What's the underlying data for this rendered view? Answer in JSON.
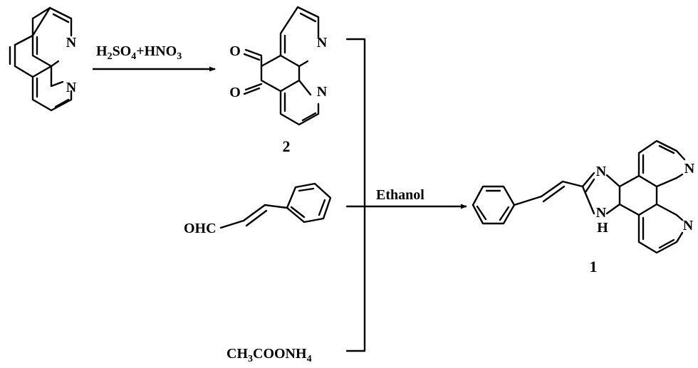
{
  "scheme": {
    "reagents": {
      "acid": "H2SO4+HNO3",
      "solvent": "Ethanol",
      "aldehyde_group": "OHC",
      "ammonium": "CH3COONH4"
    },
    "atoms": {
      "nitrogen": "N",
      "oxygen": "O",
      "imidazole_h": "H"
    },
    "compounds": {
      "dione_label": "2",
      "product_label": "1"
    }
  }
}
